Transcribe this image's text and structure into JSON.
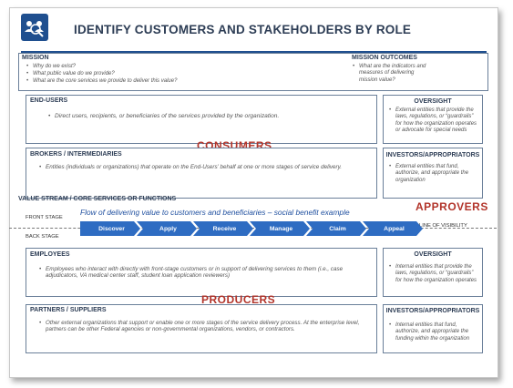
{
  "title": "IDENTIFY CUSTOMERS AND STAKEHOLDERS BY ROLE",
  "mission": {
    "heading": "MISSION",
    "items": [
      "Why do we exist?",
      "What public value do we provide?",
      "What are the core services we provide to deliver this value?"
    ]
  },
  "mission_outcomes": {
    "heading": "MISSION OUTCOMES",
    "items": [
      "What are the indicators and measures of delivering mission value?"
    ]
  },
  "end_users": {
    "heading": "END-USERS",
    "text": "Direct users, recipients, or beneficiaries of the services provided by the organization."
  },
  "oversight_top": {
    "heading": "OVERSIGHT",
    "text": "External entities that provide the laws, regulations, or “guardrails” for how the organization operates or advocate for special needs"
  },
  "brokers": {
    "heading": "BROKERS / INTERMEDIARIES",
    "text": "Entities (individuals or organizations) that operate on the End-Users’ behalf at one or more stages of service delivery."
  },
  "investors_top": {
    "heading": "INVESTORS/APPROPRIATORS",
    "text": "External entities that fund, authorize, and appropriate the organization"
  },
  "roles": {
    "consumers": "CONSUMERS",
    "approvers": "APPROVERS",
    "producers": "PRODUCERS"
  },
  "value_stream": {
    "heading": "VALUE STREAM / CORE SERVICES OR FUNCTIONS",
    "front_stage": "FRONT STAGE",
    "back_stage": "BACK STAGE",
    "line_of_visibility": "LINE OF VISIBILITY",
    "flow_caption": "Flow of delivering value to customers and beneficiaries – social benefit example",
    "steps": [
      "Discover",
      "Apply",
      "Receive",
      "Manage",
      "Claim",
      "Appeal"
    ]
  },
  "employees": {
    "heading": "EMPLOYEES",
    "text": "Employees who interact with directly with front-stage customers or in support of delivering services to them (i.e., case adjudicators, VA medical center staff, student loan application reviewers)"
  },
  "oversight_bottom": {
    "heading": "OVERSIGHT",
    "text": "Internal entities that provide the laws, regulations, or “guardrails” for how the organization operates"
  },
  "partners": {
    "heading": "PARTNERS / SUPPLIERS",
    "text": "Other external organizations that support or enable one or more stages of the service delivery process. At the enterprise level, partners can be other Federal agencies or non-governmental organizations, vendors, or contractors."
  },
  "investors_bottom": {
    "heading": "INVESTORS/APPROPRIATORS",
    "text": "Internal entities that fund, authorize, and appropriate the funding within the organization"
  },
  "colors": {
    "brand": "#1f4f8f",
    "role": "#b2342a",
    "step": "#2e6cc2",
    "flow_text": "#1f4f9f"
  },
  "icons": {
    "logo": "people-search-icon"
  }
}
